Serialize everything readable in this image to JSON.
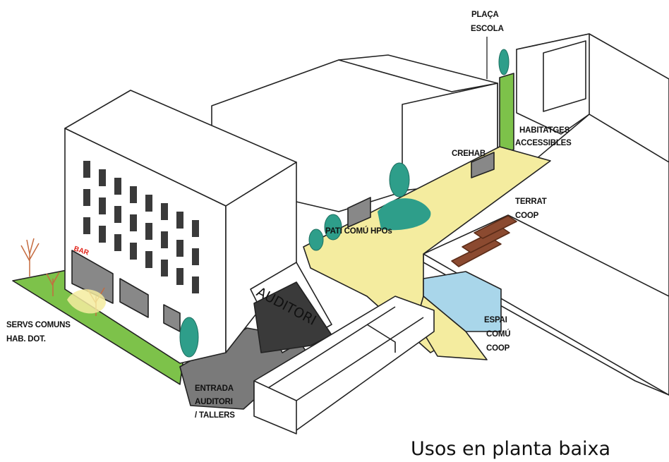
{
  "colors": {
    "grass": "#7dc24a",
    "path": "#f4ec9f",
    "paving": "#777777",
    "water": "#a9d6ea",
    "tree": "#2e9e8a",
    "garden_bed": "#8b4a30",
    "line": "#222222",
    "bar_sign": "#e2261c"
  },
  "labels": {
    "placa_escola": [
      "PLAÇA",
      "ESCOLA"
    ],
    "habitatges": [
      "HABITATGES",
      "ACCESSIBLES"
    ],
    "crehab": "CREHAB",
    "terrat": [
      "TERRAT",
      "COOP"
    ],
    "pati": "PATI COMÚ HPOs",
    "espai": [
      "ESPAI",
      "COMÚ",
      "COOP"
    ],
    "servs": [
      "SERVS COMUNS",
      "HAB. DOT."
    ],
    "entrada": [
      "ENTRADA",
      "AUDITORI",
      "/ TALLERS"
    ],
    "bar_sign": "BAR",
    "auditori_sign": "AUDITORI"
  },
  "title": "Usos en planta baixa"
}
